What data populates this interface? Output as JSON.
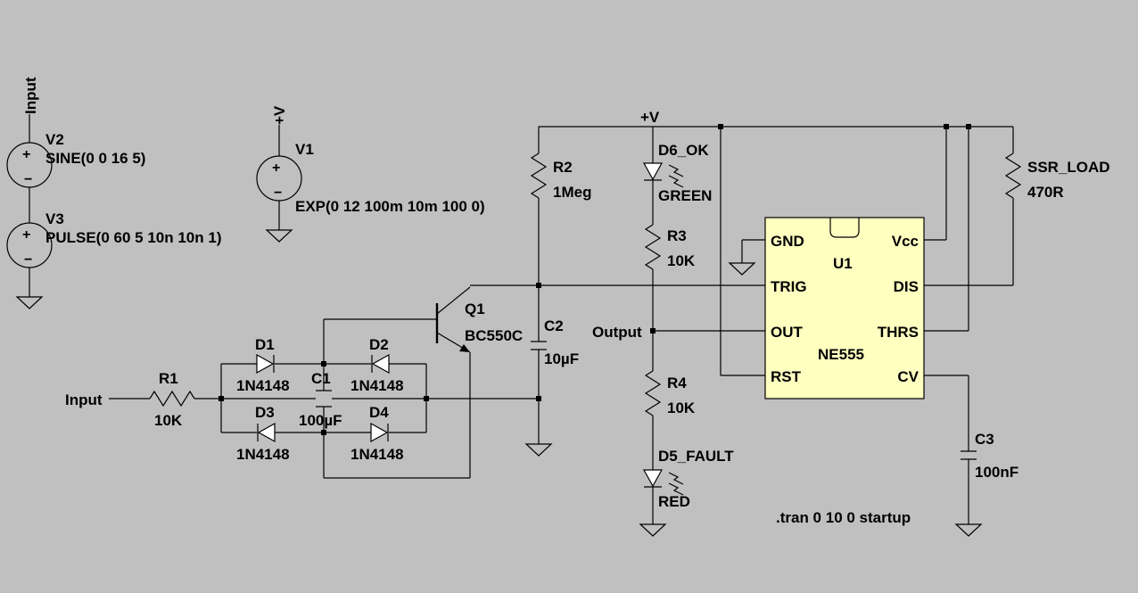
{
  "colors": {
    "background": "#c0c0c0",
    "wire": "#000000",
    "ic_fill": "#ffffc0"
  },
  "labels": {
    "input_net_top": "Input",
    "input_net_left": "Input",
    "vplus_v1": "+V",
    "vplus_top": "+V",
    "output_net": "Output",
    "tran_directive": ".tran 0 10 0 startup"
  },
  "sources": {
    "V2": {
      "name": "V2",
      "value": "SINE(0 0 16 5)"
    },
    "V3": {
      "name": "V3",
      "value": "PULSE(0 60 5 10n 10n 1)"
    },
    "V1": {
      "name": "V1",
      "value": "EXP(0 12 100m 10m 100 0)"
    }
  },
  "components": {
    "R1": {
      "name": "R1",
      "value": "10K"
    },
    "R2": {
      "name": "R2",
      "value": "1Meg"
    },
    "R3": {
      "name": "R3",
      "value": "10K"
    },
    "R4": {
      "name": "R4",
      "value": "10K"
    },
    "SSR": {
      "name": "SSR_LOAD",
      "value": "470R"
    },
    "C1": {
      "name": "C1",
      "value": "100µF"
    },
    "C2": {
      "name": "C2",
      "value": "10µF"
    },
    "C3": {
      "name": "C3",
      "value": "100nF"
    },
    "D1": {
      "name": "D1",
      "value": "1N4148"
    },
    "D2": {
      "name": "D2",
      "value": "1N4148"
    },
    "D3": {
      "name": "D3",
      "value": "1N4148"
    },
    "D4": {
      "name": "D4",
      "value": "1N4148"
    },
    "D5": {
      "name": "D5_FAULT",
      "value": "RED"
    },
    "D6": {
      "name": "D6_OK",
      "value": "GREEN"
    },
    "Q1": {
      "name": "Q1",
      "value": "BC550C"
    }
  },
  "ic": {
    "name": "U1",
    "part": "NE555",
    "pins": {
      "gnd": "GND",
      "trig": "TRIG",
      "out": "OUT",
      "rst": "RST",
      "vcc": "Vcc",
      "dis": "DIS",
      "thrs": "THRS",
      "cv": "CV"
    }
  }
}
